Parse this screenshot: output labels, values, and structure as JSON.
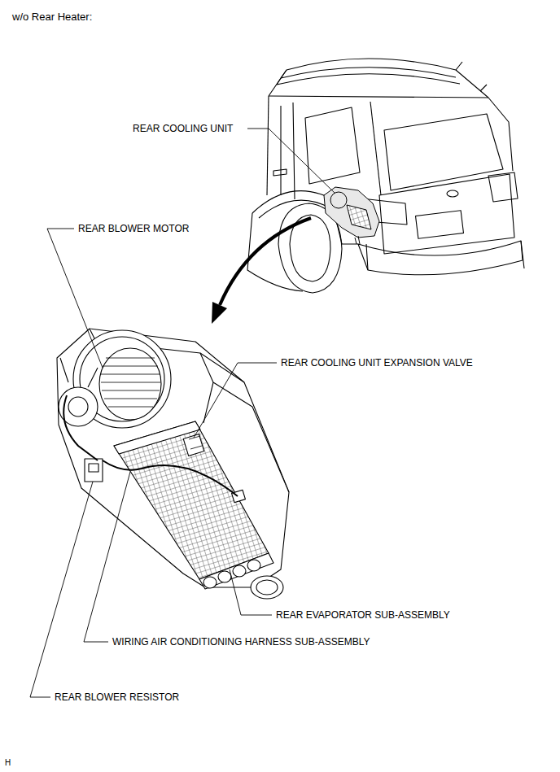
{
  "diagram": {
    "title": "w/o Rear Heater:",
    "labels": [
      "REAR COOLING UNIT",
      "REAR BLOWER MOTOR",
      "REAR COOLING UNIT EXPANSION VALVE",
      "REAR EVAPORATOR SUB-ASSEMBLY",
      "WIRING AIR CONDITIONING HARNESS SUB-ASSEMBLY",
      "REAR BLOWER RESISTOR",
      "H"
    ]
  }
}
